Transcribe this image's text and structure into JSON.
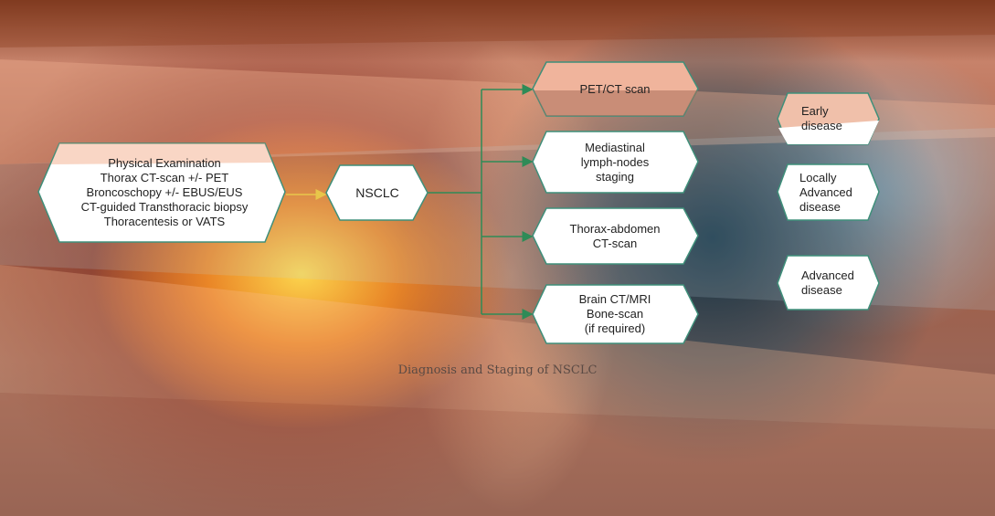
{
  "diagram": {
    "input_box": "Physical Examination\nThorax CT-scan +/- PET\nBroncoschopy +/- EBUS/EUS\nCT-guided Transthoracic biopsy\nThoracentesis or VATS",
    "center_box": "NSCLC",
    "tests": [
      "PET/CT scan",
      "Mediastinal\nlymph-nodes\nstaging",
      "Thorax-abdomen\nCT-scan",
      "Brain CT/MRI\nBone-scan\n(if required)"
    ],
    "outcomes": [
      "Early\ndisease",
      "Locally\nAdvanced\ndisease",
      "Advanced\ndisease"
    ]
  },
  "caption": "Diagnosis and Staging of NSCLC",
  "colors": {
    "box_fill": "#ffffff",
    "box_stroke": "#3f8f7a",
    "connector": "#2e8b57",
    "salmon_band": "#f4b49a"
  }
}
